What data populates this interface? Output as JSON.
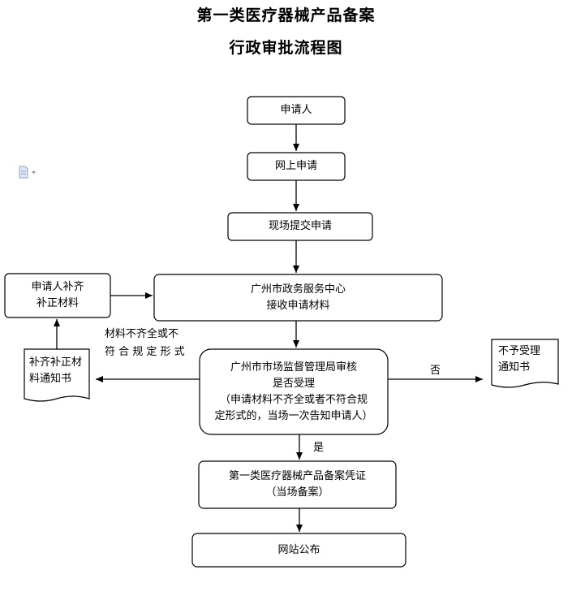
{
  "title": {
    "line1": "第一类医疗器械产品备案",
    "line2": "行政审批流程图"
  },
  "nodes": {
    "applicant": "申请人",
    "online_apply": "网上申请",
    "onsite_submit": "现场提交申请",
    "service_center": [
      "广州市政务服务中心",
      "接收申请材料"
    ],
    "review": [
      "广州市市场监督管理局审核",
      "是否受理",
      "（申请材料不齐全或者不符合规",
      "定形式的，当场一次告知申请人）"
    ],
    "certificate": [
      "第一类医疗器械产品备案凭证",
      "（当场备案）"
    ],
    "publish": "网站公布",
    "supplement": [
      "申请人补齐",
      "补正材料"
    ],
    "notice_supplement": [
      "补齐补正材",
      "料通知书"
    ],
    "notice_reject": [
      "不予受理",
      "通知书"
    ]
  },
  "edge_labels": {
    "incomplete": [
      "材料不齐全或不",
      "符 合 规 定 形 式"
    ],
    "no": "否",
    "yes": "是"
  },
  "icons": {
    "doc": "document-dropdown-icon"
  }
}
